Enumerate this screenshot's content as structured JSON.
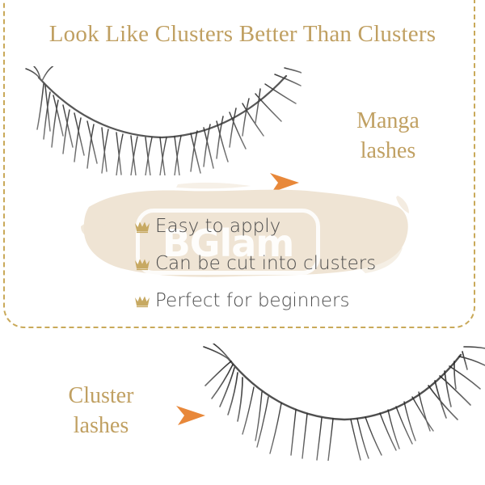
{
  "page": {
    "background_color": "#ffffff",
    "accent_gold": "#c0a062",
    "accent_orange": "#e8883a",
    "brush_beige": "#efe4d4",
    "text_dark": "#4c4c4c",
    "dash_border_color": "#c9a959"
  },
  "header": {
    "title": "Look Like Clusters Better Than Clusters"
  },
  "panel": {
    "manga_label": {
      "line1": "Manga",
      "line2": "lashes"
    },
    "cluster_label": {
      "line1": "Cluster",
      "line2": "lashes"
    },
    "arrow_manga_name": "arrow-right-icon",
    "arrow_cluster_name": "chevron-right-icon"
  },
  "watermark": {
    "text": "BGlam"
  },
  "features": {
    "bullet_icon": "crown-icon",
    "items": [
      {
        "label": "Easy to apply"
      },
      {
        "label": "Can be cut into clusters"
      },
      {
        "label": "Perfect for beginners"
      }
    ]
  },
  "images": {
    "top_lash_name": "manga-lashes-photo",
    "bottom_lash_name": "cluster-lashes-photo"
  }
}
